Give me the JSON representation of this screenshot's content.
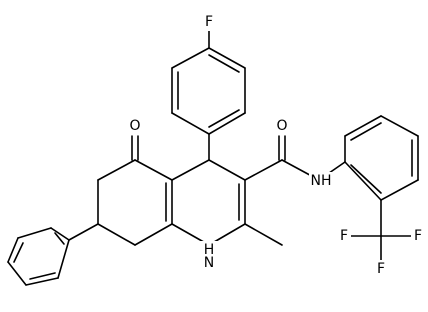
{
  "molecule": {
    "atom_labels": {
      "fluorine_top": "F",
      "ketone_oxygen": "O",
      "amide_oxygen": "O",
      "amide_nh": "NH",
      "ring_nh": "H",
      "ring_n": "N",
      "cf3_f_right": "F",
      "cf3_f_left": "F",
      "cf3_f_bottom": "F"
    }
  }
}
